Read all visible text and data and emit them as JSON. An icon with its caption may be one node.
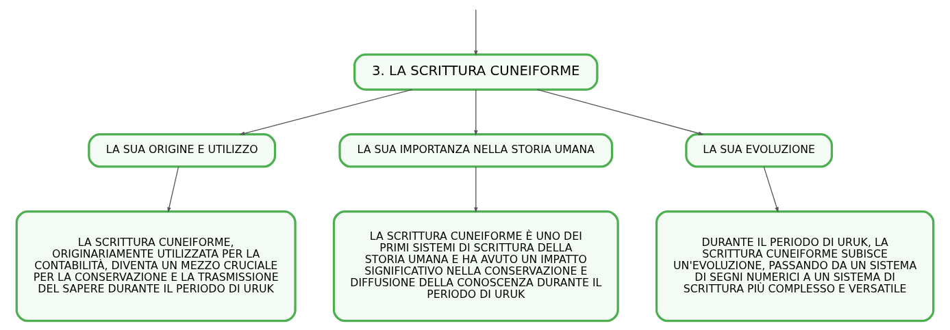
{
  "diagram": {
    "nodes": [
      {
        "text": [
          "3. LA SCRITTURA CUNEIFORME"
        ]
      },
      {
        "text": [
          "LA SUA ORIGINE E UTILIZZO"
        ]
      },
      {
        "text": [
          "LA SUA IMPORTANZA NELLA STORIA UMANA"
        ]
      },
      {
        "text": [
          "LA SUA EVOLUZIONE"
        ]
      },
      {
        "text": [
          "LA SCRITTURA CUNEIFORME, ORIGINARIAMENTE UTILIZZATA PER LA CONTABILITÀ, DIVENTA UN MEZZO CRUCIALE PER LA CONSERVAZIONE E LA TRASMISSIONE DEL SAPERE DURANTE IL PERIODO DI URUK"
        ]
      },
      {
        "text": [
          "LA SCRITTURA CUNEIFORME È UNO DEI PRIMI SISTEMI DI SCRITTURA DELLA STORIA UMANA E HA AVUTO UN IMPATTO SIGNIFICATIVO NELLA CONSERVAZIONE E DIFFUSIONE DELLA CONOSCENZA DURANTE IL PERIODO DI URUK"
        ]
      },
      {
        "text": [
          "DURANTE IL PERIODO DI URUK, LA SCRITTURA CUNEIFORME SUBISCE UN'EVOLUZIONE, PASSANDO DA UN SISTEMA DI SEGNI NUMERICI A UN SISTEMA DI SCRITTURA PIÙ COMPLESSO E VERSATILE"
        ]
      }
    ],
    "edges": [
      {
        "from": null,
        "to": 0,
        "arrow": "to"
      },
      {
        "from": 0,
        "to": 1,
        "arrow": "to"
      },
      {
        "from": 0,
        "to": 2,
        "arrow": "to"
      },
      {
        "from": 0,
        "to": 3,
        "arrow": "to"
      },
      {
        "from": 1,
        "to": 4,
        "arrow": "to"
      },
      {
        "from": 2,
        "to": 5,
        "arrow": "to"
      },
      {
        "from": 3,
        "to": 6,
        "arrow": "to"
      }
    ]
  }
}
